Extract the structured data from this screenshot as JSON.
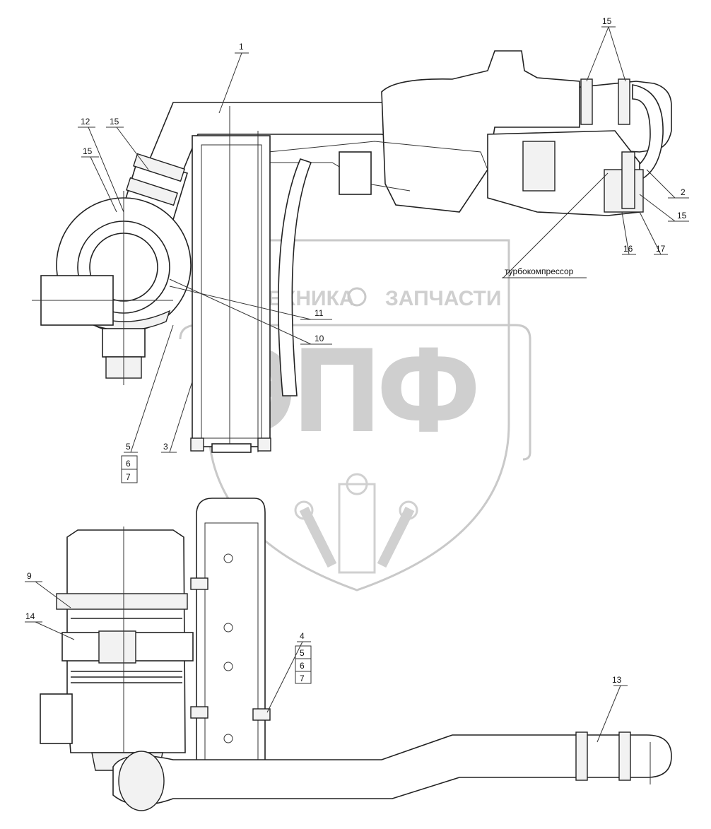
{
  "watermark": {
    "left_text": "ТЕХНИКА",
    "right_text": "ЗАПЧАСТИ",
    "letters": "ЭПФ"
  },
  "annotation": {
    "turbo_label": "турбокомпрессор"
  },
  "callouts": {
    "c1": "1",
    "c2": "2",
    "c3": "3",
    "c4": "4",
    "c5_top": "5",
    "c6_top": "6",
    "c7_top": "7",
    "c5_bottom": "5",
    "c6_bottom": "6",
    "c7_bottom": "7",
    "c9": "9",
    "c10": "10",
    "c11": "11",
    "c12": "12",
    "c13": "13",
    "c14": "14",
    "c15_top_right": "15",
    "c15_left_a": "15",
    "c15_left_b": "15",
    "c15_right_side": "15",
    "c16": "16",
    "c17": "17"
  }
}
